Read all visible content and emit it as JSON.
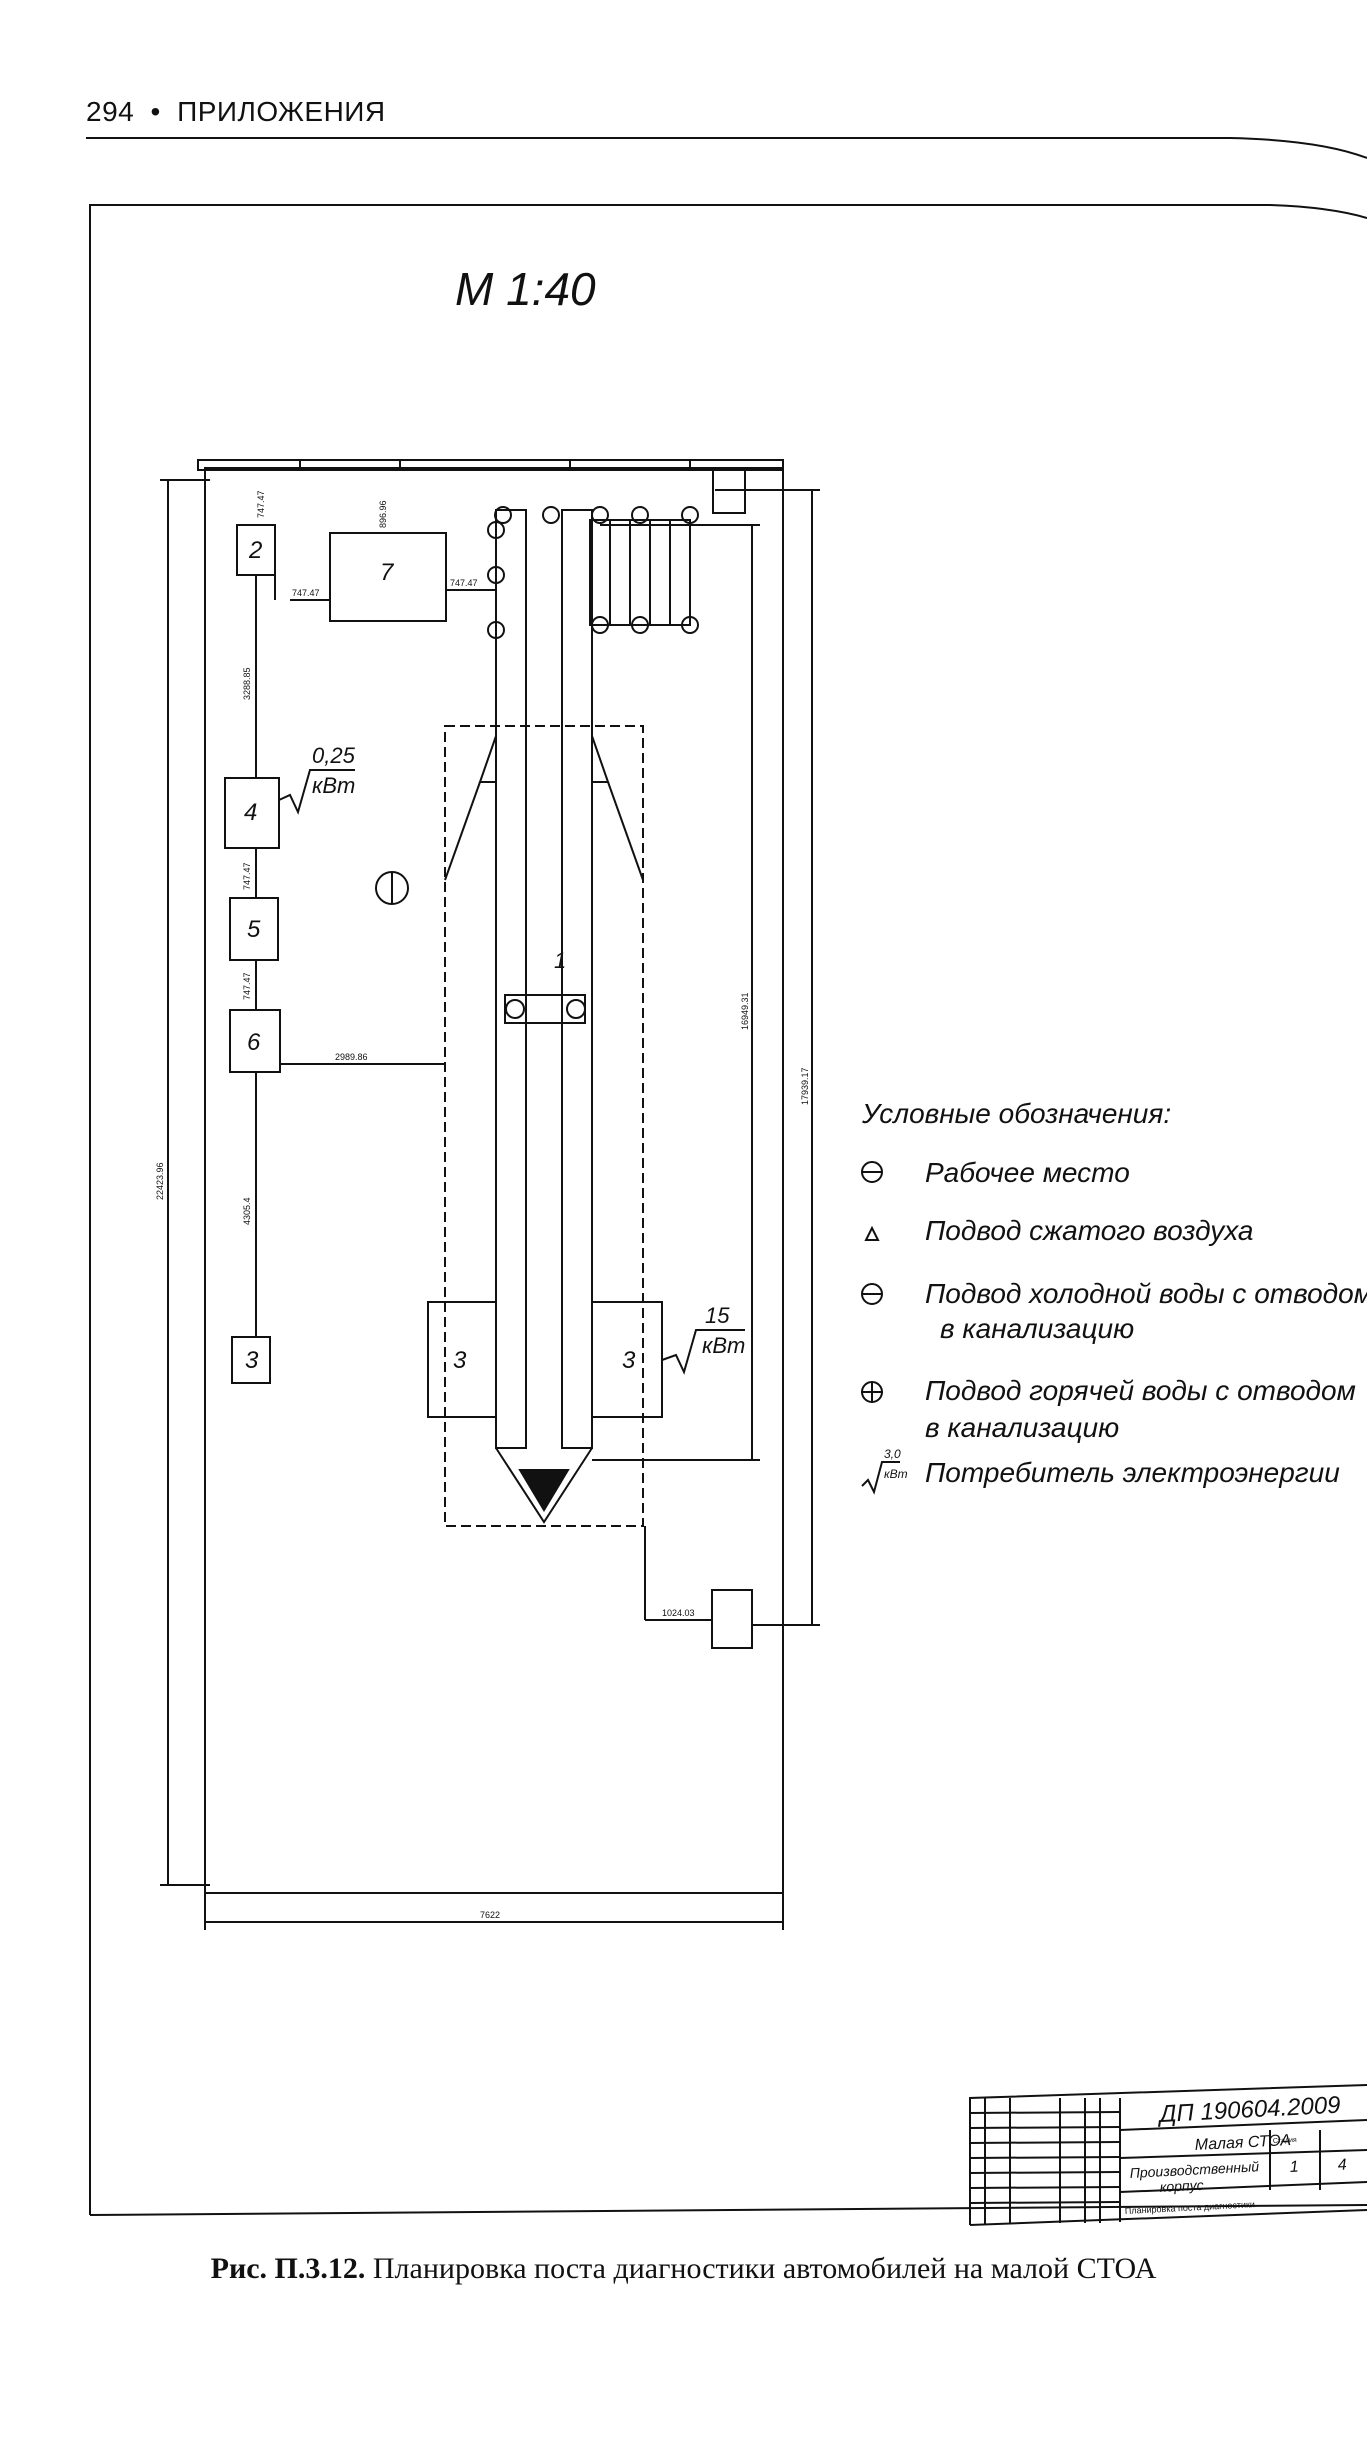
{
  "header": {
    "page_number": "294",
    "bullet": "•",
    "section": "ПРИЛОЖЕНИЯ"
  },
  "drawing": {
    "scale": "М 1:40",
    "labels": {
      "equip_1": "1",
      "equip_2": "2",
      "equip_3a": "3",
      "equip_3b": "3",
      "equip_3c": "3",
      "equip_4": "4",
      "equip_5": "5",
      "equip_6": "6",
      "equip_7": "7"
    },
    "power": {
      "p1_value": "0,25",
      "p1_unit": "кВт",
      "p2_value": "15",
      "p2_unit": "кВт"
    },
    "dimensions": {
      "d_2_top": "747.47",
      "d_7_top": "896.96",
      "d_2_7": "747.47",
      "d_7_lift": "747.47",
      "d_2_4": "3288.85",
      "d_4_5": "747.47",
      "d_5_6": "747.47",
      "d_6_pit": "2989.86",
      "d_6_3": "4305.4",
      "d_total_v": "22423.96",
      "d_right1": "16949.31",
      "d_right2": "17939.17",
      "d_bottom_box": "1024.03",
      "d_total_h": "7622"
    }
  },
  "legend": {
    "title": "Условные обозначения:",
    "items": [
      {
        "symbol": "⊖",
        "text": "Рабочее место"
      },
      {
        "symbol": "▵",
        "text": "Подвод сжатого воздуха"
      },
      {
        "symbol": "⊖",
        "text": "Подвод холодной воды с отводом",
        "text2": "в канализацию"
      },
      {
        "symbol": "⊕",
        "text": "Подвод горячей воды с отводом",
        "text2": "в канализацию"
      }
    ],
    "power_symbol_value": "3,0",
    "power_symbol_unit": "кВт",
    "power_text": "Потребитель электроэнергии"
  },
  "title_block": {
    "doc_code": "ДП 190604.2009",
    "org": "Малая СТОА",
    "building": "Производственный",
    "building2": "корпус",
    "sheet_title": "Планировка поста диагностики",
    "stage_header": "Стадия",
    "sheet_no": "1",
    "sheets": "4"
  },
  "caption": {
    "figure_label": "Рис. П.3.12.",
    "text": " Планировка поста диагностики автомобилей на малой СТОА"
  }
}
